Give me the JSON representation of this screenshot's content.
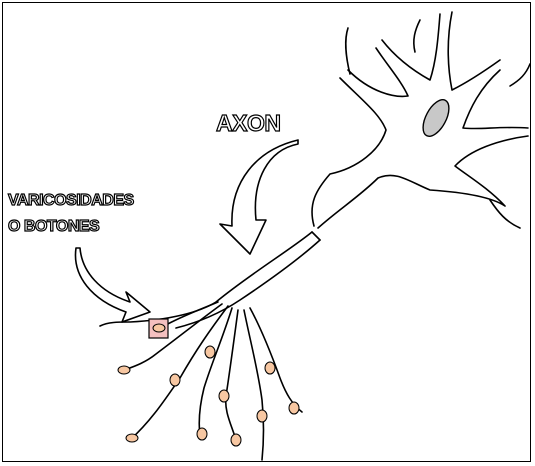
{
  "labels": {
    "axon": "AXON",
    "varicosidades_line1": "VARICOSIDADES",
    "varicosidades_line2": "O BOTONES"
  },
  "colors": {
    "bouton_fill": "#f7c7a2",
    "nucleus_fill": "#c8c8c8",
    "highlight_box": "#f4c0c0"
  }
}
